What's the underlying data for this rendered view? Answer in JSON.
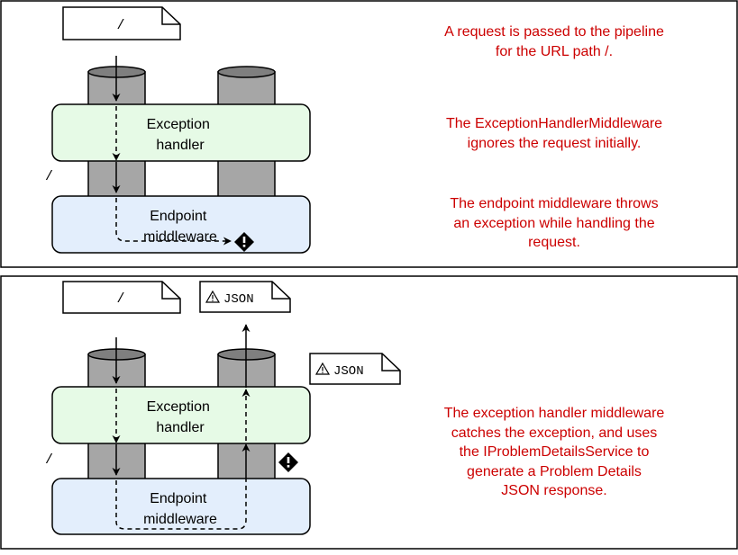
{
  "colors": {
    "annotation": "#cc0000",
    "pillar": "#a6a6a6",
    "exception_box": "#e6fae6",
    "endpoint_box": "#e3eefc",
    "arrow": "#000000"
  },
  "panels": [
    {
      "request_doc": "/",
      "side_label": "/",
      "exception_label": "Exception\nhandler",
      "endpoint_label": "Endpoint\nmiddleware",
      "notes": [
        "A request is passed to the pipeline\nfor the URL path /.",
        "The ExceptionHandlerMiddleware\nignores the request initially.",
        "The endpoint middleware throws\nan exception while handling the\nrequest."
      ],
      "error_icon": "warning-diamond-icon"
    },
    {
      "request_doc": "/",
      "response_doc": "JSON",
      "response_doc_2": "JSON",
      "side_label": "/",
      "exception_label": "Exception\nhandler",
      "endpoint_label": "Endpoint\nmiddleware",
      "notes": [
        "The exception handler middleware\ncatches the exception, and uses\nthe IProblemDetailsService to\ngenerate a Problem Details\nJSON response."
      ],
      "error_icon": "warning-diamond-icon",
      "response_icon": "warning-triangle-icon"
    }
  ]
}
